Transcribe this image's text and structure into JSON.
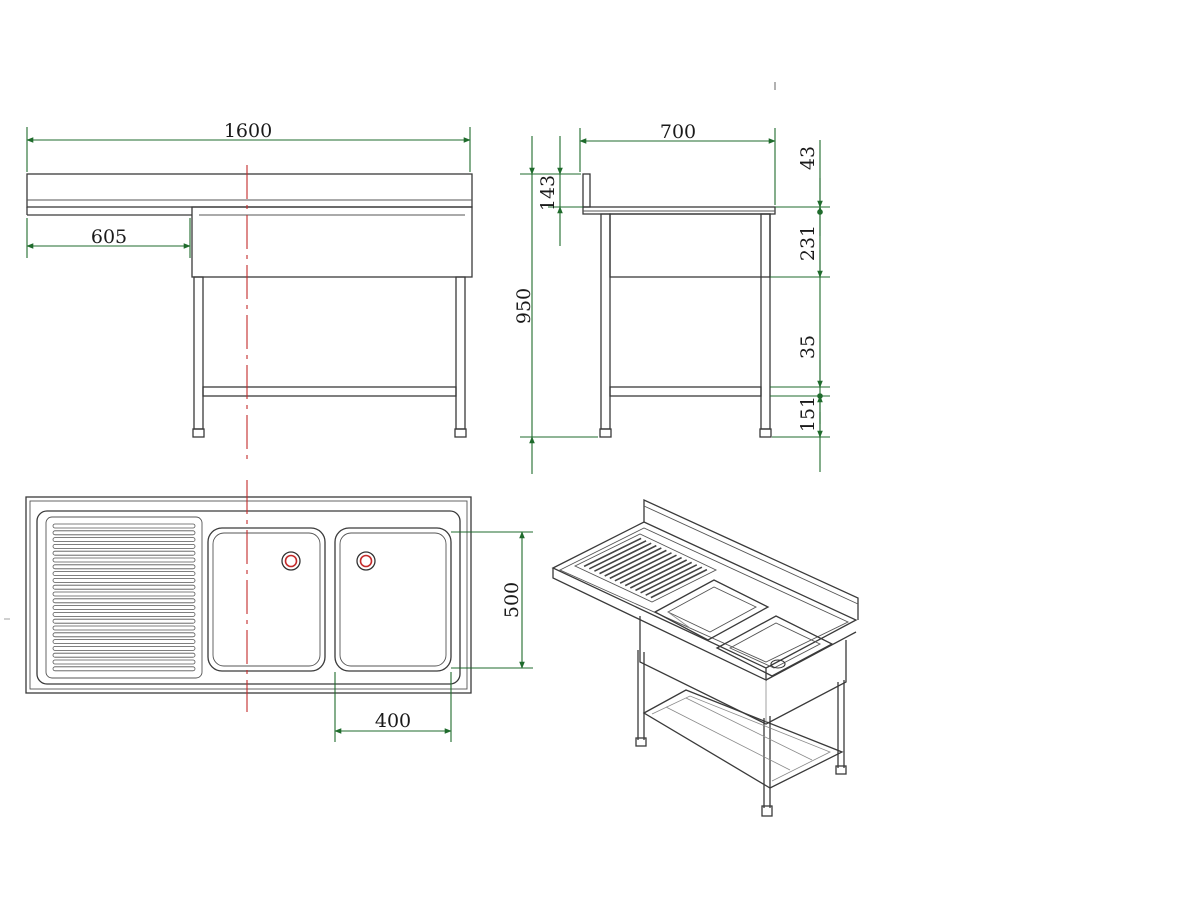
{
  "front_view": {
    "dim_total_length": "1600",
    "dim_drainboard": "605"
  },
  "side_view": {
    "dim_depth": "700",
    "dim_height": "950",
    "dim_upstand": "143"
  },
  "side_segments": {
    "top": "43",
    "bowl": "231",
    "shelf": "35",
    "leg": "151"
  },
  "plan_view": {
    "dim_bowl_width": "400",
    "dim_bowl_depth": "500"
  },
  "colors": {
    "dimension": "#1f6b2c",
    "centerline": "#c42a2a",
    "outline": "#3a3a3a"
  }
}
